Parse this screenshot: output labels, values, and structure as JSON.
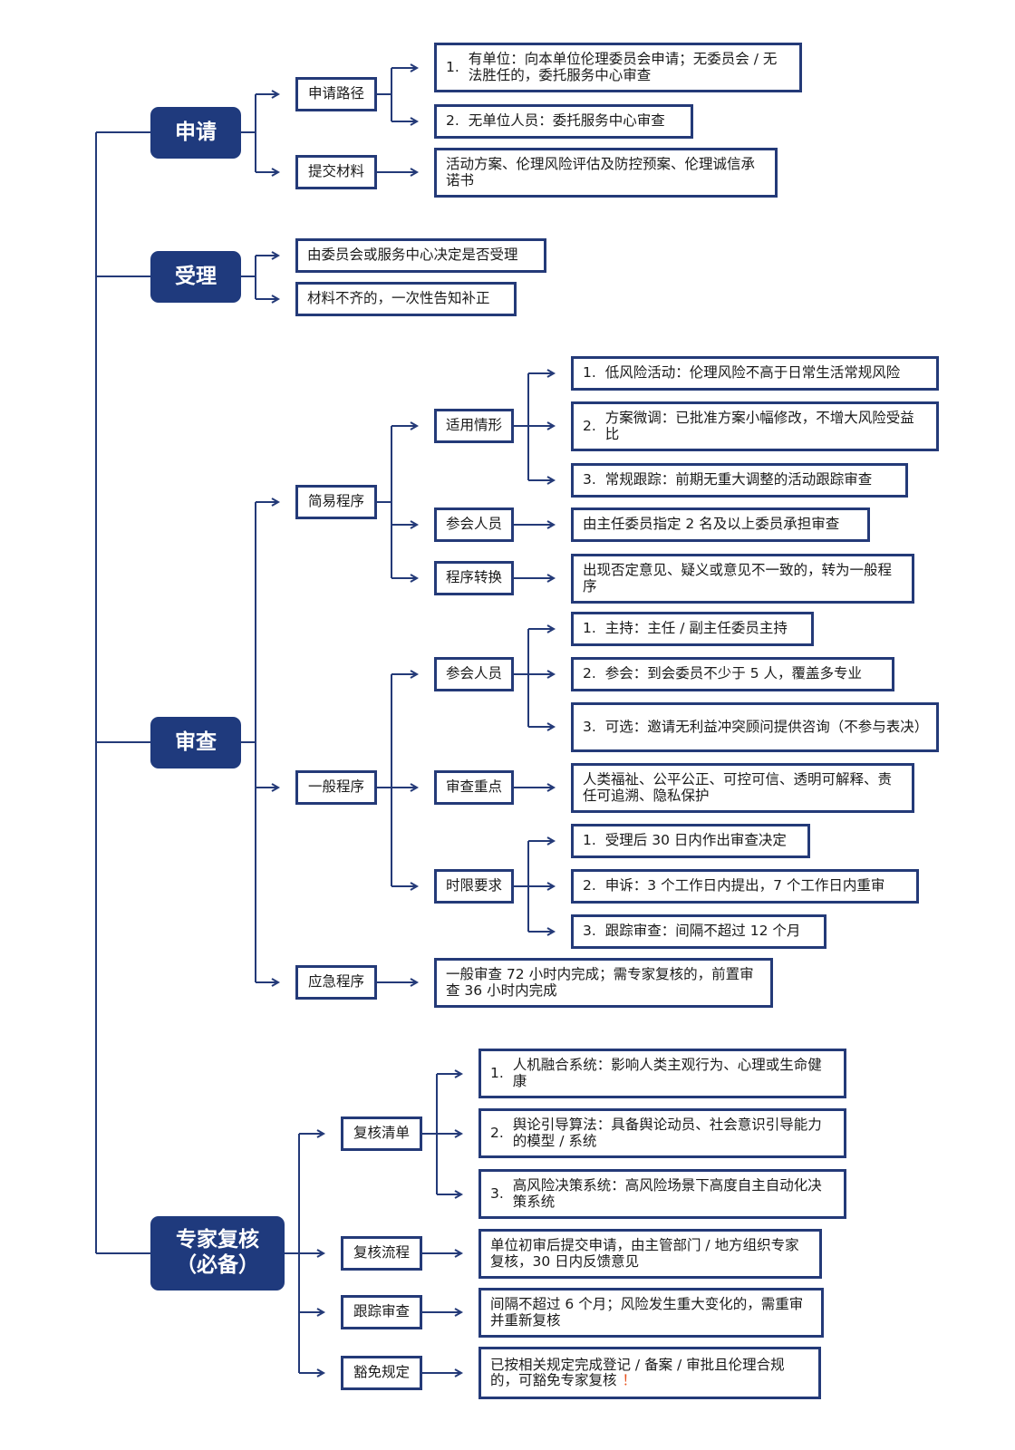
{
  "colors": {
    "line": "#243a78",
    "root_fill": "#1f3a7d",
    "root_text": "#ffffff",
    "box_border": "#243a78",
    "mark": "#e8531e"
  },
  "sections": {
    "apply": {
      "title": "申请",
      "route": {
        "label": "申请路径",
        "items": [
          {
            "num": "1.",
            "text": "有单位：向本单位伦理委员会申请；无委员会 / 无法胜任的，委托服务中心审查"
          },
          {
            "num": "2.",
            "text": "无单位人员：委托服务中心审查"
          }
        ]
      },
      "materials": {
        "label": "提交材料",
        "text": "活动方案、伦理风险评估及防控预案、伦理诚信承诺书"
      }
    },
    "accept": {
      "title": "受理",
      "items": [
        {
          "text": "由委员会或服务中心决定是否受理"
        },
        {
          "text": "材料不齐的，一次性告知补正"
        }
      ]
    },
    "review": {
      "title": "审查",
      "simple": {
        "label": "简易程序",
        "scope": {
          "label": "适用情形",
          "items": [
            {
              "num": "1.",
              "text": "低风险活动：伦理风险不高于日常生活常规风险"
            },
            {
              "num": "2.",
              "text": "方案微调：已批准方案小幅修改，不增大风险受益比"
            },
            {
              "num": "3.",
              "text": "常规跟踪：前期无重大调整的活动跟踪审查"
            }
          ]
        },
        "members": {
          "label": "参会人员",
          "text": "由主任委员指定 2 名及以上委员承担审查"
        },
        "switch": {
          "label": "程序转换",
          "text": "出现否定意见、疑义或意见不一致的，转为一般程序"
        }
      },
      "general": {
        "label": "一般程序",
        "members": {
          "label": "参会人员",
          "items": [
            {
              "num": "1.",
              "text": "主持：主任 / 副主任委员主持"
            },
            {
              "num": "2.",
              "text": "参会：到会委员不少于 5 人，覆盖多专业"
            },
            {
              "num": "3.",
              "text": "可选：邀请无利益冲突顾问提供咨询（不参与表决）"
            }
          ]
        },
        "focus": {
          "label": "审查重点",
          "text": "人类福祉、公平公正、可控可信、透明可解释、责任可追溯、隐私保护"
        },
        "time": {
          "label": "时限要求",
          "items": [
            {
              "num": "1.",
              "text": "受理后 30 日内作出审查决定"
            },
            {
              "num": "2.",
              "text": "申诉：3 个工作日内提出，7 个工作日内重审"
            },
            {
              "num": "3.",
              "text": "跟踪审查：间隔不超过 12 个月"
            }
          ]
        }
      },
      "emergency": {
        "label": "应急程序",
        "text": "一般审查 72 小时内完成；需专家复核的，前置审查 36 小时内完成"
      }
    },
    "expert": {
      "title": "专家复核（必备）",
      "list": {
        "label": "复核清单",
        "items": [
          {
            "num": "1.",
            "text": "人机融合系统：影响人类主观行为、心理或生命健康"
          },
          {
            "num": "2.",
            "text": "舆论引导算法：具备舆论动员、社会意识引导能力的模型 / 系统"
          },
          {
            "num": "3.",
            "text": "高风险决策系统：高风险场景下高度自主自动化决策系统"
          }
        ]
      },
      "process": {
        "label": "复核流程",
        "text": "单位初审后提交申请，由主管部门 / 地方组织专家复核，30 日内反馈意见"
      },
      "tracking": {
        "label": "跟踪审查",
        "text": "间隔不超过 6 个月；风险发生重大变化的，需重审并重新复核"
      },
      "exemption": {
        "label": "豁免规定",
        "text": "已按相关规定完成登记 / 备案 / 审批且伦理合规的，可豁免专家复核",
        "mark": "！"
      }
    }
  }
}
